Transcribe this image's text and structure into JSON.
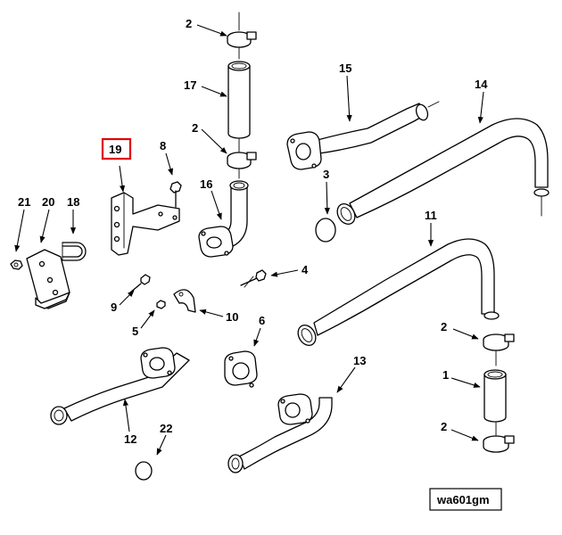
{
  "callouts": {
    "c1": "1",
    "c2a": "2",
    "c2b": "2",
    "c2c": "2",
    "c2d": "2",
    "c3": "3",
    "c4": "4",
    "c5": "5",
    "c6": "6",
    "c8": "8",
    "c9": "9",
    "c10": "10",
    "c11": "11",
    "c12": "12",
    "c13": "13",
    "c14": "14",
    "c15": "15",
    "c16": "16",
    "c17": "17",
    "c18": "18",
    "c19": "19",
    "c20": "20",
    "c21": "21",
    "c22": "22"
  },
  "highlighted_callout": "19",
  "highlight_color": "#e00000",
  "figure_id": "wa601gm"
}
